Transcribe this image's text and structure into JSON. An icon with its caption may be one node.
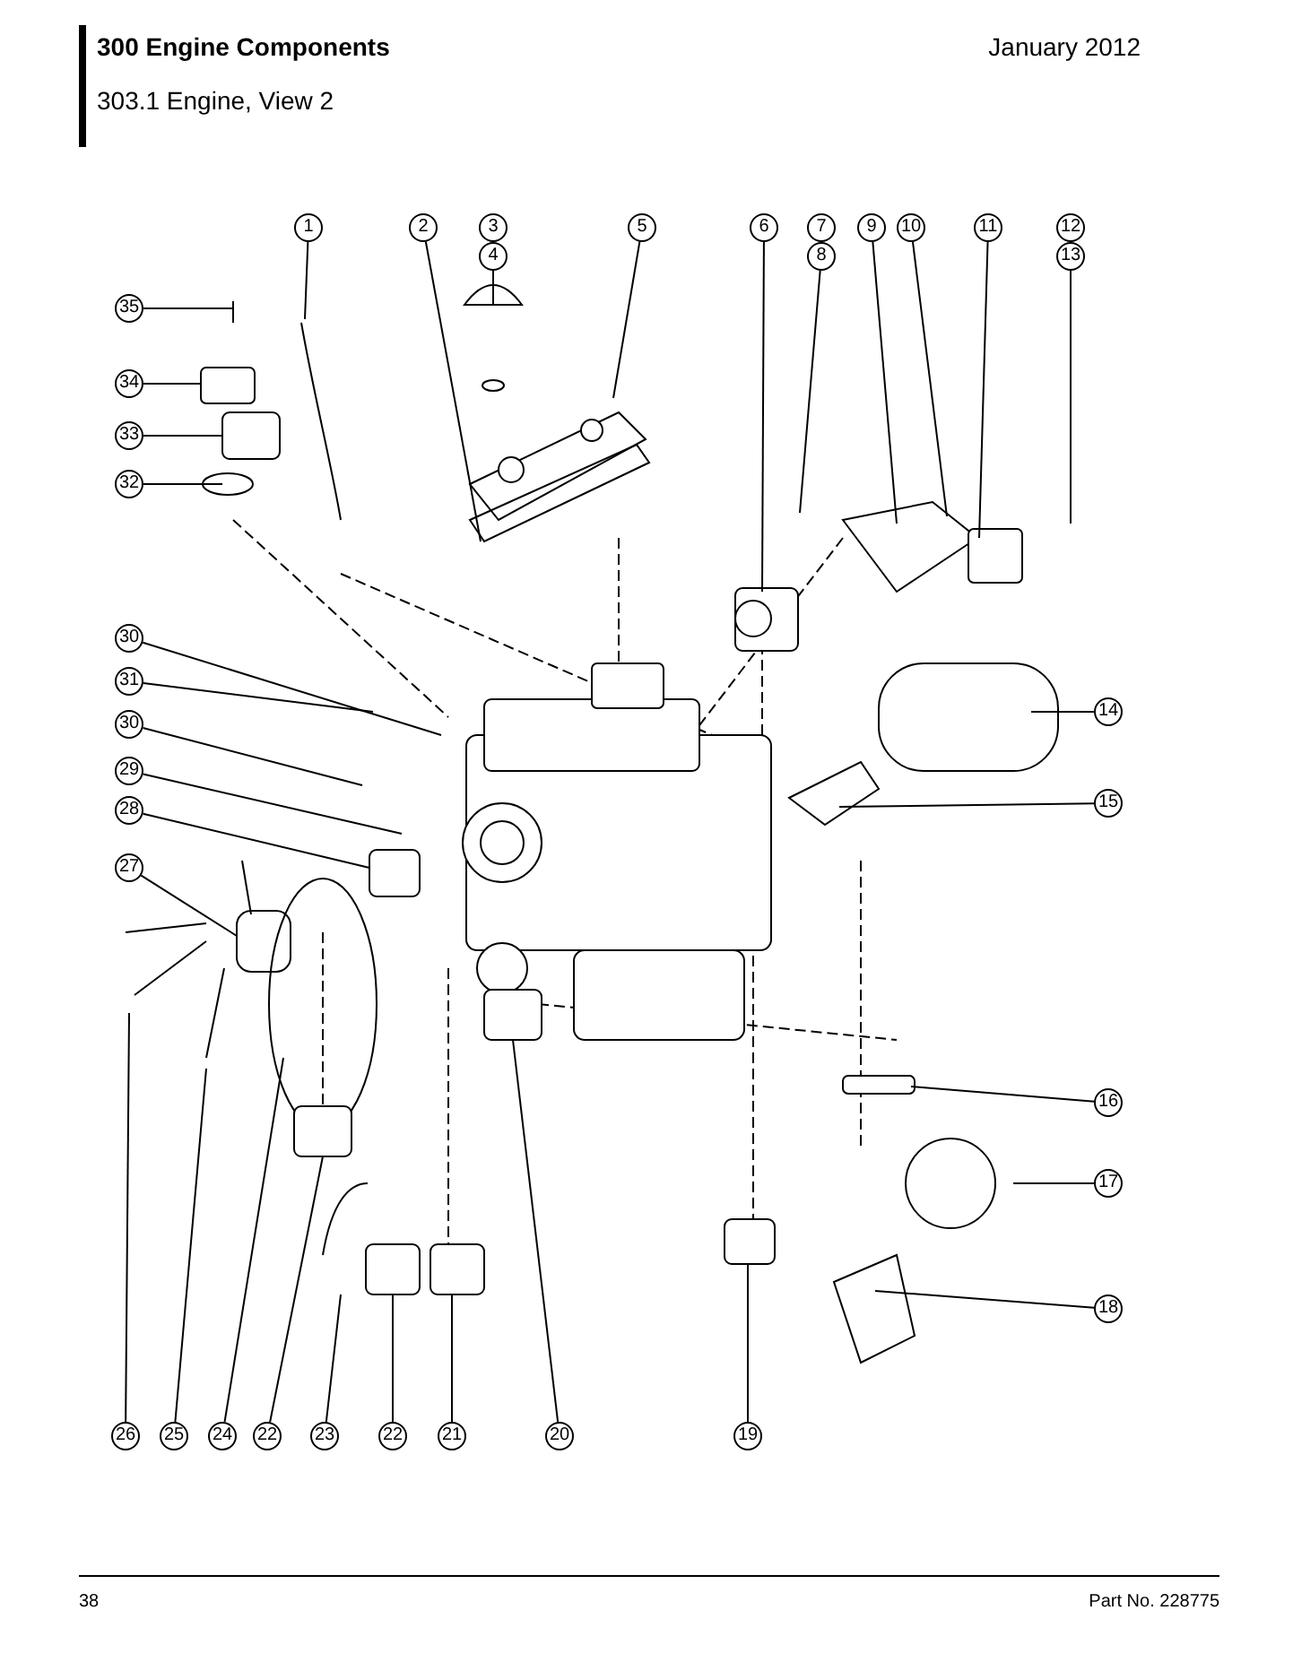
{
  "diagram": {
    "title": "300 Engine Components",
    "nodes": [
      {
        "text": [
          "1"
        ]
      },
      {
        "text": [
          "2"
        ]
      },
      {
        "text": [
          "3"
        ]
      },
      {
        "text": [
          "4"
        ]
      },
      {
        "text": [
          "5"
        ]
      },
      {
        "text": [
          "6"
        ]
      },
      {
        "text": [
          "7"
        ]
      },
      {
        "text": [
          "8"
        ]
      },
      {
        "text": [
          "9"
        ]
      },
      {
        "text": [
          "10"
        ]
      },
      {
        "text": [
          "11"
        ]
      },
      {
        "text": [
          "12"
        ]
      },
      {
        "text": [
          "13"
        ]
      },
      {
        "text": [
          "35"
        ]
      },
      {
        "text": [
          "34"
        ]
      },
      {
        "text": [
          "33"
        ]
      },
      {
        "text": [
          "32"
        ]
      },
      {
        "text": [
          "30"
        ]
      },
      {
        "text": [
          "31"
        ]
      },
      {
        "text": [
          "30"
        ]
      },
      {
        "text": [
          "29"
        ]
      },
      {
        "text": [
          "28"
        ]
      },
      {
        "text": [
          "27"
        ]
      },
      {
        "text": [
          "14"
        ]
      },
      {
        "text": [
          "15"
        ]
      },
      {
        "text": [
          "16"
        ]
      },
      {
        "text": [
          "17"
        ]
      },
      {
        "text": [
          "18"
        ]
      },
      {
        "text": [
          "26"
        ]
      },
      {
        "text": [
          "25"
        ]
      },
      {
        "text": [
          "24"
        ]
      },
      {
        "text": [
          "22"
        ]
      },
      {
        "text": [
          "23"
        ]
      },
      {
        "text": [
          "22"
        ]
      },
      {
        "text": [
          "21"
        ]
      },
      {
        "text": [
          "20"
        ]
      },
      {
        "text": [
          "19"
        ]
      }
    ],
    "edges": [
      {
        "from": 0,
        "to": null,
        "arrow": "none"
      },
      {
        "from": 1,
        "to": null,
        "arrow": "none"
      },
      {
        "from": 3,
        "to": null,
        "arrow": "none"
      },
      {
        "from": 4,
        "to": null,
        "arrow": "none"
      },
      {
        "from": 5,
        "to": null,
        "arrow": "none"
      },
      {
        "from": 7,
        "to": null,
        "arrow": "none"
      },
      {
        "from": 8,
        "to": null,
        "arrow": "none"
      },
      {
        "from": 9,
        "to": null,
        "arrow": "none"
      },
      {
        "from": 10,
        "to": null,
        "arrow": "none"
      },
      {
        "from": 12,
        "to": null,
        "arrow": "none"
      },
      {
        "from": 13,
        "to": null,
        "arrow": "none"
      },
      {
        "from": 14,
        "to": null,
        "arrow": "none"
      },
      {
        "from": 15,
        "to": null,
        "arrow": "none"
      },
      {
        "from": 16,
        "to": null,
        "arrow": "none"
      },
      {
        "from": 17,
        "to": null,
        "arrow": "none"
      },
      {
        "from": 18,
        "to": null,
        "arrow": "none"
      },
      {
        "from": 19,
        "to": null,
        "arrow": "none"
      },
      {
        "from": 20,
        "to": null,
        "arrow": "none"
      },
      {
        "from": 21,
        "to": null,
        "arrow": "none"
      },
      {
        "from": 22,
        "to": null,
        "arrow": "none"
      },
      {
        "from": 23,
        "to": null,
        "arrow": "none"
      },
      {
        "from": 24,
        "to": null,
        "arrow": "none"
      },
      {
        "from": 25,
        "to": null,
        "arrow": "none"
      },
      {
        "from": 26,
        "to": null,
        "arrow": "none"
      },
      {
        "from": 27,
        "to": null,
        "arrow": "none"
      },
      {
        "from": 28,
        "to": null,
        "arrow": "none"
      },
      {
        "from": 29,
        "to": null,
        "arrow": "none"
      },
      {
        "from": 30,
        "to": null,
        "arrow": "none"
      },
      {
        "from": 31,
        "to": null,
        "arrow": "none"
      },
      {
        "from": 32,
        "to": null,
        "arrow": "none"
      },
      {
        "from": 33,
        "to": null,
        "arrow": "none"
      },
      {
        "from": 34,
        "to": null,
        "arrow": "none"
      },
      {
        "from": 35,
        "to": null,
        "arrow": "none"
      },
      {
        "from": 36,
        "to": null,
        "arrow": "none"
      }
    ],
    "labels": [
      "January 2012",
      "303.1 Engine, View 2",
      "38",
      "Part No. 228775"
    ]
  }
}
